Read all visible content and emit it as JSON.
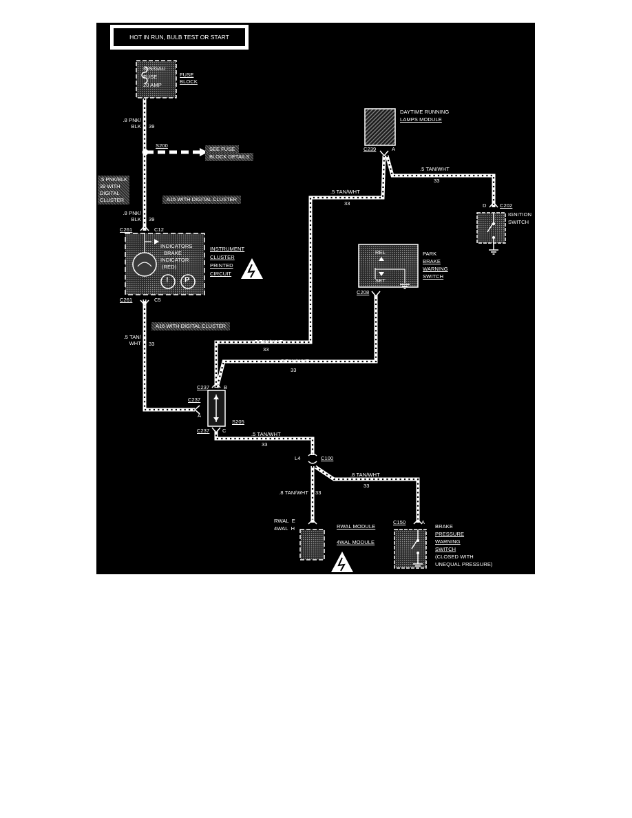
{
  "title": "HOT IN RUN, BULB TEST OR START",
  "fuse": {
    "name_lines": [
      "IGN/GAU",
      "FUSE",
      "20 AMP"
    ],
    "label_lines": [
      "FUSE",
      "BLOCK"
    ]
  },
  "wires": {
    "w39_top": ".8 PNK/\nBLK",
    "w39_top_circuit": "39",
    "s200": "S200",
    "see_fuse": [
      "SEE FUSE",
      "BLOCK DETAILS"
    ],
    "note_pnk": ".5 PNK/BLK\n39 WITH\nDIGITAL\nCLUSTER",
    "a15_note": "A15 WITH DIGITAL CLUSTER",
    "w39_bottom": ".8 PNK/\nBLK",
    "w39_bottom_circuit": "39",
    "a16_note": "A16 WITH DIGITAL CLUSTER",
    "tan_left": ".5 TAN/\nWHT",
    "tan_left_circuit": "33",
    "tan_drl_ign": ".5 TAN/WHT",
    "tan_drl_ign_circuit": "33",
    "tan_drl_down": ".5 TAN/WHT",
    "tan_drl_down_circuit": "33",
    "tan_b_upper": ".5 TAN/WHT",
    "tan_b_upper_circuit": "33",
    "tan_b_lower": ".5 TAN/WHT",
    "tan_b_lower_circuit": "33",
    "s205": "S205",
    "tan_c": ".5 TAN/WHT",
    "tan_c_circuit": "33",
    "tan_brake": ".8 TAN/WHT",
    "tan_brake_circuit": "33",
    "tan_rwal": ".8 TAN/WHT",
    "tan_rwal_circuit": "33"
  },
  "connectors": {
    "c261_top": "C261",
    "c12": "C12",
    "c261_bottom": "C261",
    "c5": "C5",
    "c239": "C239",
    "c239_pin": "A",
    "d": "D",
    "c202": "C202",
    "c208": "C208",
    "c237_b": "C237",
    "b": "B",
    "c237_a": "C237",
    "a": "A",
    "c237_c": "C237",
    "c": "C",
    "l4": "L4",
    "c100": "C100",
    "c150": "C150",
    "c150_pin": "A",
    "rwal": "RWAL  E",
    "fwal": "4WAL  H"
  },
  "cluster": {
    "inside": [
      "INDICATORS",
      "BRAKE",
      "INDICATOR",
      "(RED)"
    ],
    "label_lines": [
      "INSTRUMENT",
      "CLUSTER",
      "PRINTED",
      "CIRCUIT"
    ],
    "icon_excl": "!",
    "icon_p": "P"
  },
  "drl": {
    "label_lines": [
      "DAYTIME RUNNING",
      "LAMPS MODULE"
    ]
  },
  "ignition": {
    "label_lines": [
      "IGNITION",
      "SWITCH"
    ]
  },
  "park_brake": {
    "rel": "REL",
    "set": "SET",
    "label_lines": [
      "PARK",
      "BRAKE",
      "WARNING",
      "SWITCH"
    ]
  },
  "brake_pressure": {
    "label_lines": [
      "BRAKE",
      "PRESSURE",
      "WARNING",
      "SWITCH",
      "(CLOSED WITH",
      "UNEQUAL PRESSURE)"
    ]
  },
  "wal_module": {
    "label_top": "RWAL MODULE",
    "label_bottom": "4WAL MODULE"
  }
}
